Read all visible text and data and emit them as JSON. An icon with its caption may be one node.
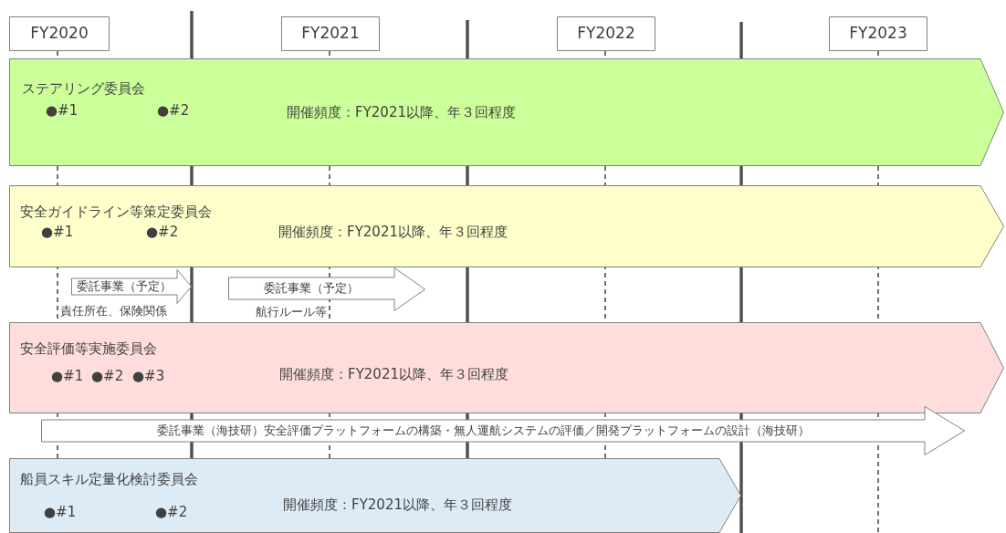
{
  "diagram": {
    "nodes": [
      {
        "text": [
          "FY2020"
        ]
      },
      {
        "text": [
          "FY2021"
        ]
      },
      {
        "text": [
          "FY2022"
        ]
      },
      {
        "text": [
          "FY2023"
        ]
      },
      {
        "text": [
          "ステアリング委員会",
          "●#1",
          "●#2",
          "開催頻度：FY2021以降、年３回程度"
        ]
      },
      {
        "text": [
          "安全ガイドライン等策定委員会",
          "●#1",
          "●#2",
          "開催頻度：FY2021以降、年３回程度"
        ]
      },
      {
        "text": [
          "委託事業（予定）"
        ],
        "beside": [
          "責任所在、保険関係"
        ]
      },
      {
        "text": [
          "委託事業（予定）"
        ],
        "beside": [
          "航行ルール等"
        ]
      },
      {
        "text": [
          "安全評価等実施委員会",
          "●#1",
          "●#2",
          "●#3",
          "開催頻度：FY2021以降、年３回程度"
        ]
      },
      {
        "text": [
          "委託事業（海技研）安全評価プラットフォームの構築・無人運航システムの評価／開発プラットフォームの設計（海技研）"
        ]
      },
      {
        "text": [
          "船員スキル定量化検討委員会",
          "●#1",
          "●#2",
          "開催頻度：FY2021以降、年３回程度"
        ]
      }
    ]
  }
}
